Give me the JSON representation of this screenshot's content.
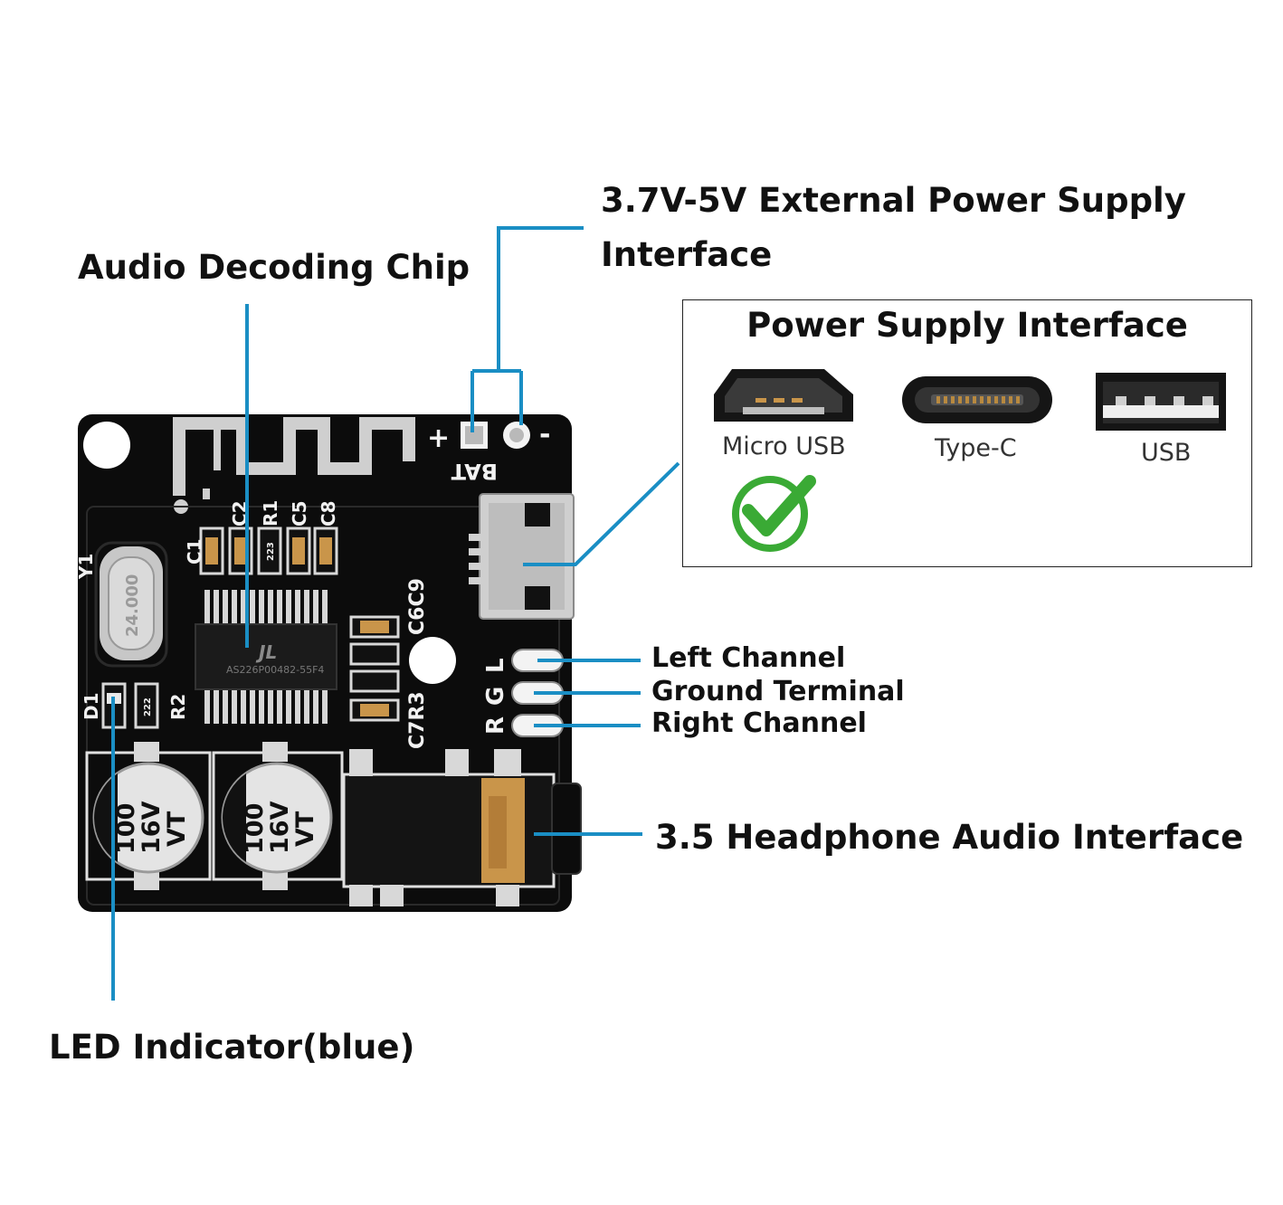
{
  "labels": {
    "audio_chip": "Audio Decoding Chip",
    "ext_power_line1": "3.7V-5V External Power Supply",
    "ext_power_line2": "Interface",
    "left_channel": "Left Channel",
    "ground_terminal": "Ground Terminal",
    "right_channel": "Right Channel",
    "headphone": "3.5 Headphone Audio Interface",
    "led": "LED Indicator(blue)"
  },
  "power_box": {
    "title": "Power Supply Interface",
    "connectors": [
      {
        "name": "Micro USB",
        "selected": true
      },
      {
        "name": "Type-C",
        "selected": false
      },
      {
        "name": "USB",
        "selected": false
      }
    ]
  },
  "board_text": {
    "bat": "BAT",
    "plus": "+",
    "minus": "-",
    "c1": "C1",
    "c2": "C2",
    "r1": "R1",
    "c5": "C5",
    "c8": "C8",
    "y1": "Y1",
    "crystal": "24.000",
    "chip_logo": "JL",
    "chip_mark": "AS226P00482-55F4",
    "c6c9": "C6C9",
    "c7r3": "C7R3",
    "l": "L",
    "g": "G",
    "r": "R",
    "d1": "D1",
    "r2": "R2",
    "r2_code": "222",
    "r1_code": "223",
    "cap1_l1": "100",
    "cap1_l2": "16V",
    "cap1_l3": "VT",
    "cap2_l1": "100",
    "cap2_l2": "16V",
    "cap2_l3": "VT"
  },
  "colors": {
    "leader": "#1a8ec4",
    "board": "#0c0c0c",
    "silk": "#f2f2f2",
    "check_green": "#3aaa35",
    "gold": "#c9954a"
  }
}
